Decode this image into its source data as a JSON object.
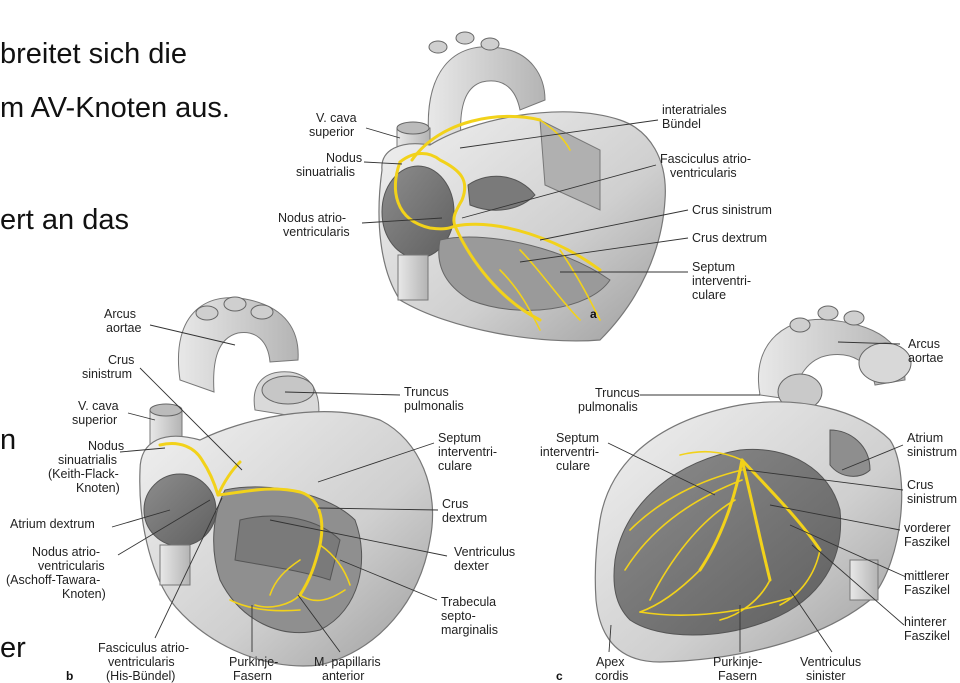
{
  "slide": {
    "line1": "breitet sich die",
    "line2": "m AV-Knoten aus.",
    "line3": "ert an das",
    "line4": "n",
    "line5": "er"
  },
  "panel_a": {
    "letter": "a",
    "labels": {
      "vcava": [
        "V. cava",
        "superior"
      ],
      "sinu": [
        "Nodus",
        "sinuatrialis"
      ],
      "av": [
        "Nodus atrio-",
        "ventricularis"
      ],
      "interatrial": [
        "interatriales",
        "Bündel"
      ],
      "fasc": [
        "Fasciculus atrio-",
        "ventricularis"
      ],
      "crus_sin": [
        "Crus sinistrum"
      ],
      "crus_dex": [
        "Crus dextrum"
      ],
      "septum": [
        "Septum",
        "interventri-",
        "culare"
      ]
    }
  },
  "panel_b": {
    "letter": "b",
    "labels": {
      "arcus": [
        "Arcus",
        "aortae"
      ],
      "crus_sin": [
        "Crus",
        "sinistrum"
      ],
      "vcava": [
        "V. cava",
        "superior"
      ],
      "sinu": [
        "Nodus",
        "sinuatrialis",
        "(Keith-Flack-",
        "Knoten)"
      ],
      "atrium": [
        "Atrium dextrum"
      ],
      "av": [
        "Nodus atrio-",
        "ventricularis",
        "(Aschoff-Tawara-",
        "Knoten)"
      ],
      "fasc": [
        "Fasciculus atrio-",
        "ventricularis",
        "(His-Bündel)"
      ],
      "purkinje": [
        "Purkinje-",
        "Fasern"
      ],
      "papillaris": [
        "M. papillaris",
        "anterior"
      ],
      "truncus": [
        "Truncus",
        "pulmonalis"
      ],
      "septum": [
        "Septum",
        "interventri-",
        "culare"
      ],
      "crus_dex": [
        "Crus",
        "dextrum"
      ],
      "ventr": [
        "Ventriculus",
        "dexter"
      ],
      "trabecula": [
        "Trabecula",
        "septo-",
        "marginalis"
      ]
    }
  },
  "panel_c": {
    "letter": "c",
    "labels": {
      "truncus": [
        "Truncus",
        "pulmonalis"
      ],
      "septum": [
        "Septum",
        "interventri-",
        "culare"
      ],
      "arcus": [
        "Arcus",
        "aortae"
      ],
      "atrium": [
        "Atrium",
        "sinistrum"
      ],
      "crus": [
        "Crus",
        "sinistrum"
      ],
      "vorderer": [
        "vorderer",
        "Faszikel"
      ],
      "mittlerer": [
        "mittlerer",
        "Faszikel"
      ],
      "hinterer": [
        "hinterer",
        "Faszikel"
      ],
      "apex": [
        "Apex",
        "cordis"
      ],
      "purkinje": [
        "Purkinje-",
        "Fasern"
      ],
      "ventr": [
        "Ventriculus",
        "sinister"
      ]
    }
  },
  "colors": {
    "conduction": "#f2d21a",
    "tissue_light": "#e6e6e6",
    "tissue_dark": "#8a8a8a"
  }
}
